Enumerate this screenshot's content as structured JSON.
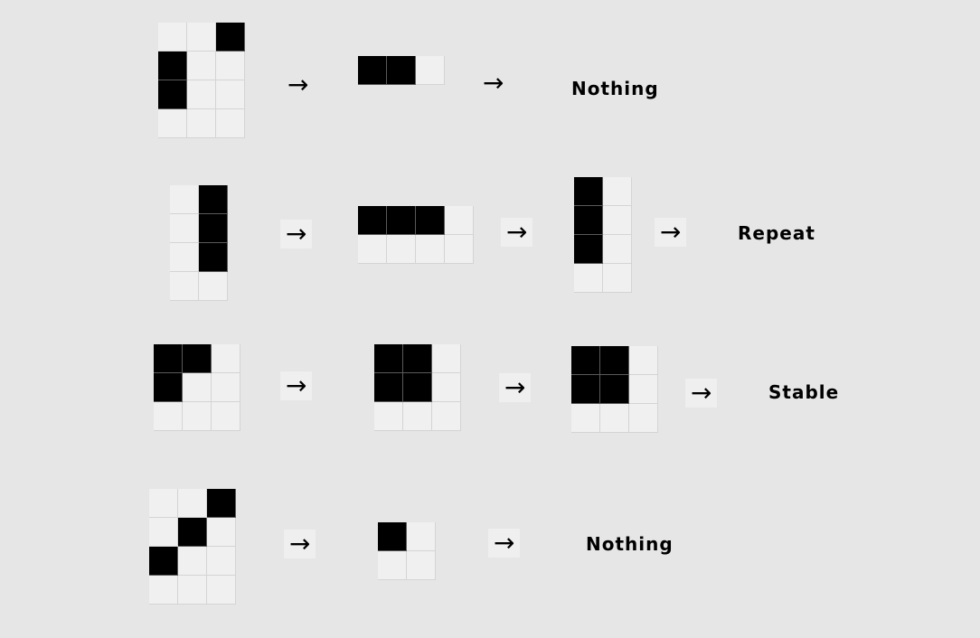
{
  "arrow_glyph": "→",
  "rows": [
    {
      "grids": [
        {
          "cols": 3,
          "rows": 4,
          "on": [
            [
              0,
              2
            ],
            [
              1,
              0
            ],
            [
              2,
              0
            ]
          ]
        },
        {
          "cols": 3,
          "rows": 1,
          "on": [
            [
              0,
              0
            ],
            [
              0,
              1
            ]
          ]
        }
      ],
      "result": "Nothing"
    },
    {
      "grids": [
        {
          "cols": 2,
          "rows": 4,
          "on": [
            [
              0,
              1
            ],
            [
              1,
              1
            ],
            [
              2,
              1
            ]
          ]
        },
        {
          "cols": 4,
          "rows": 2,
          "on": [
            [
              0,
              0
            ],
            [
              0,
              1
            ],
            [
              0,
              2
            ]
          ]
        },
        {
          "cols": 2,
          "rows": 4,
          "on": [
            [
              0,
              0
            ],
            [
              1,
              0
            ],
            [
              2,
              0
            ]
          ]
        }
      ],
      "result": "Repeat"
    },
    {
      "grids": [
        {
          "cols": 3,
          "rows": 3,
          "on": [
            [
              0,
              0
            ],
            [
              0,
              1
            ],
            [
              1,
              0
            ]
          ]
        },
        {
          "cols": 3,
          "rows": 3,
          "on": [
            [
              0,
              0
            ],
            [
              0,
              1
            ],
            [
              1,
              0
            ],
            [
              1,
              1
            ]
          ]
        },
        {
          "cols": 3,
          "rows": 3,
          "on": [
            [
              0,
              0
            ],
            [
              0,
              1
            ],
            [
              1,
              0
            ],
            [
              1,
              1
            ]
          ]
        }
      ],
      "result": "Stable"
    },
    {
      "grids": [
        {
          "cols": 3,
          "rows": 4,
          "on": [
            [
              0,
              2
            ],
            [
              1,
              1
            ],
            [
              2,
              0
            ]
          ]
        },
        {
          "cols": 2,
          "rows": 2,
          "on": [
            [
              0,
              0
            ]
          ]
        }
      ],
      "result": "Nothing"
    }
  ]
}
